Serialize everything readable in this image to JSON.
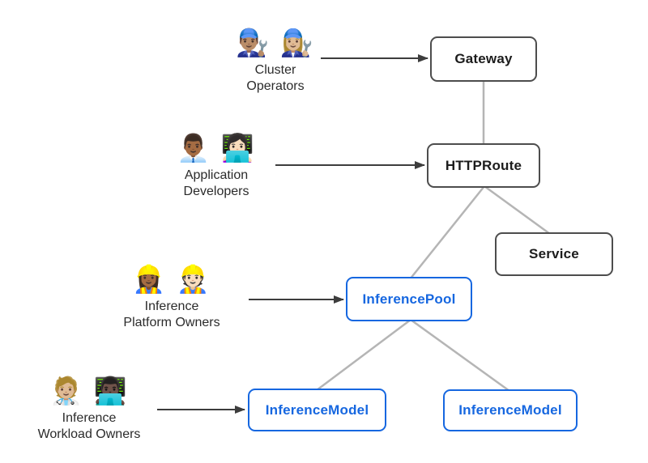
{
  "diagram": {
    "nodes": {
      "gateway": {
        "label": "Gateway",
        "category": "core"
      },
      "httproute": {
        "label": "HTTPRoute",
        "category": "core"
      },
      "service": {
        "label": "Service",
        "category": "core"
      },
      "inferencepool": {
        "label": "InferencePool",
        "category": "extension"
      },
      "inferencemodel_1": {
        "label": "InferenceModel",
        "category": "extension"
      },
      "inferencemodel_2": {
        "label": "InferenceModel",
        "category": "extension"
      }
    },
    "personas": {
      "cluster_operators": {
        "emojis": "👨🏽‍🔧 👩🏼‍🔧",
        "label_line1": "Cluster",
        "label_line2": "Operators",
        "points_to": "Gateway"
      },
      "application_developers": {
        "emojis": "👨🏾‍💼 👩🏻‍💻",
        "label_line1": "Application",
        "label_line2": "Developers",
        "points_to": "HTTPRoute"
      },
      "inference_platform_owners": {
        "emojis": "👷🏾‍♀️ 👷🏻",
        "label_line1": "Inference",
        "label_line2": "Platform Owners",
        "points_to": "InferencePool"
      },
      "inference_workload_owners": {
        "emojis": "🧑🏼‍⚕️ 👨🏿‍💻",
        "label_line1": "Inference",
        "label_line2": "Workload Owners",
        "points_to": "InferenceModel"
      }
    },
    "edges": [
      {
        "from": "Gateway",
        "to": "HTTPRoute",
        "style": "plain-gray"
      },
      {
        "from": "HTTPRoute",
        "to": "Service",
        "style": "plain-gray"
      },
      {
        "from": "HTTPRoute",
        "to": "InferencePool",
        "style": "plain-gray"
      },
      {
        "from": "InferencePool",
        "to": "InferenceModel-1",
        "style": "plain-gray"
      },
      {
        "from": "InferencePool",
        "to": "InferenceModel-2",
        "style": "plain-gray"
      }
    ],
    "colors": {
      "core_border": "#4d4d4d",
      "core_text": "#1c1c1c",
      "extension_blue": "#1667e0",
      "connector_gray": "#b5b5b5",
      "arrow_dark": "#3d3d3d",
      "background": "#ffffff"
    }
  }
}
